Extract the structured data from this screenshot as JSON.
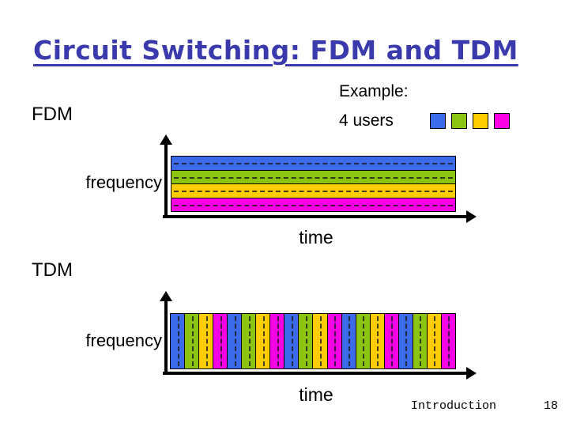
{
  "slide": {
    "title": "Circuit Switching: FDM and TDM",
    "example_label": "Example:",
    "users_label": "4 users",
    "footer": {
      "section": "Introduction",
      "page": "18"
    }
  },
  "colors": {
    "title_blue": "#3a3aad",
    "text": "#000000",
    "axis": "#000000",
    "dash": "#1b1b1b",
    "users": [
      "#3b6be8",
      "#8cc412",
      "#ffcc00",
      "#fb00e4"
    ]
  },
  "users": [
    {
      "id": "user-1",
      "color": "#3b6be8"
    },
    {
      "id": "user-2",
      "color": "#8cc412"
    },
    {
      "id": "user-3",
      "color": "#ffcc00"
    },
    {
      "id": "user-4",
      "color": "#fb00e4"
    }
  ],
  "fdm": {
    "label": "FDM",
    "y_axis_label": "frequency",
    "x_axis_label": "time",
    "band_count": 4,
    "bands_top_to_bottom": [
      "user-1",
      "user-2",
      "user-3",
      "user-4"
    ],
    "band_style": "horizontal color band with dashed center line"
  },
  "tdm": {
    "label": "TDM",
    "y_axis_label": "frequency",
    "x_axis_label": "time",
    "slot_count": 20,
    "slot_pattern_repeating": [
      "user-1",
      "user-2",
      "user-3",
      "user-4"
    ],
    "slot_style": "vertical color slot with dashed center line"
  }
}
